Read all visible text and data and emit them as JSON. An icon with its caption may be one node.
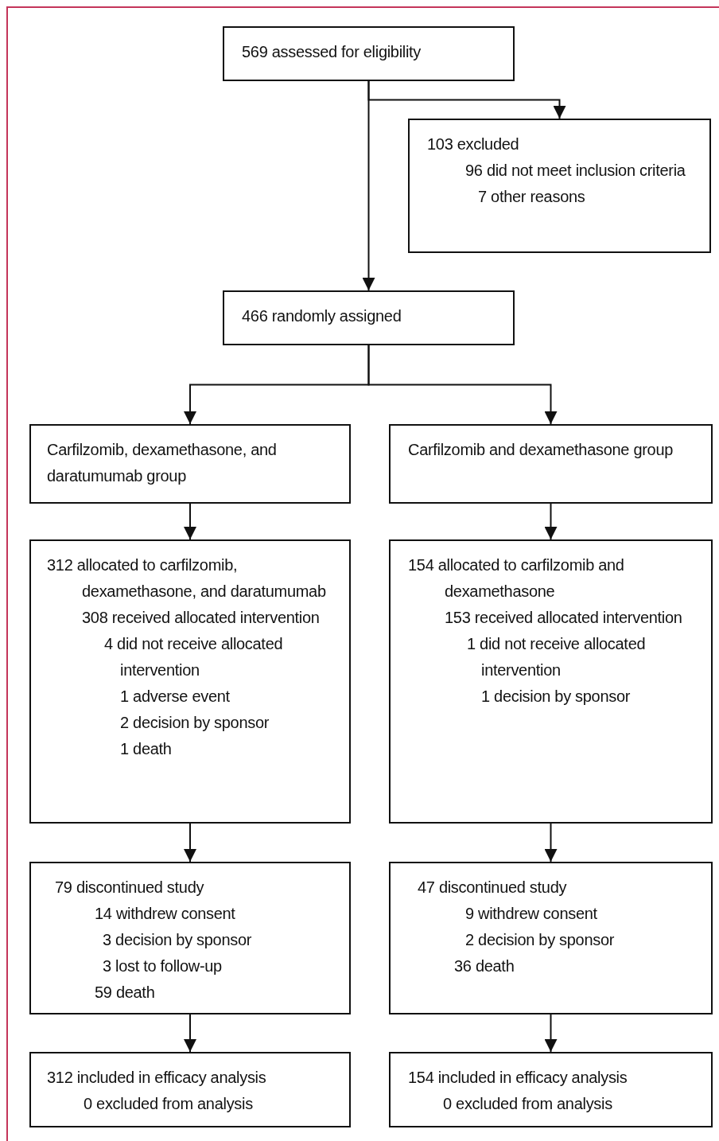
{
  "diagram": {
    "nodes": [
      {
        "text": [
          "569 assessed for eligibility"
        ]
      },
      {
        "text": [
          "103 excluded",
          "96 did not meet inclusion criteria",
          "7 other reasons"
        ]
      },
      {
        "text": [
          "466 randomly assigned"
        ]
      },
      {
        "text": [
          "Carfilzomib, dexamethasone, and daratumumab group"
        ]
      },
      {
        "text": [
          "Carfilzomib and dexamethasone group"
        ]
      },
      {
        "text": [
          "312 allocated to carfilzomib, dexamethasone, and daratumumab",
          "308 received allocated intervention",
          "4 did not receive allocated intervention",
          "1 adverse event",
          "2 decision by sponsor",
          "1 death"
        ]
      },
      {
        "text": [
          "154 allocated to carfilzomib and dexamethasone",
          "153 received allocated intervention",
          "1 did not receive allocated intervention",
          "1 decision by sponsor"
        ]
      },
      {
        "text": [
          "79 discontinued study",
          "14 withdrew consent",
          "3 decision by sponsor",
          "3 lost to follow-up",
          "59 death"
        ]
      },
      {
        "text": [
          "47 discontinued study",
          "9 withdrew consent",
          "2 decision by sponsor",
          "36 death"
        ]
      },
      {
        "text": [
          "312 included in efficacy analysis",
          "0 excluded from analysis"
        ]
      },
      {
        "text": [
          "154 included in efficacy analysis",
          "0 excluded from analysis"
        ]
      }
    ],
    "edges": [
      {
        "from": 0,
        "to": 2,
        "arrow": "to"
      },
      {
        "from": 0,
        "to": 1,
        "arrow": "to"
      },
      {
        "from": 2,
        "to": 3,
        "arrow": "to"
      },
      {
        "from": 2,
        "to": 4,
        "arrow": "to"
      },
      {
        "from": 3,
        "to": 5,
        "arrow": "to"
      },
      {
        "from": 4,
        "to": 6,
        "arrow": "to"
      },
      {
        "from": 5,
        "to": 7,
        "arrow": "to"
      },
      {
        "from": 6,
        "to": 8,
        "arrow": "to"
      },
      {
        "from": 7,
        "to": 9,
        "arrow": "to"
      },
      {
        "from": 8,
        "to": 10,
        "arrow": "to"
      }
    ]
  }
}
